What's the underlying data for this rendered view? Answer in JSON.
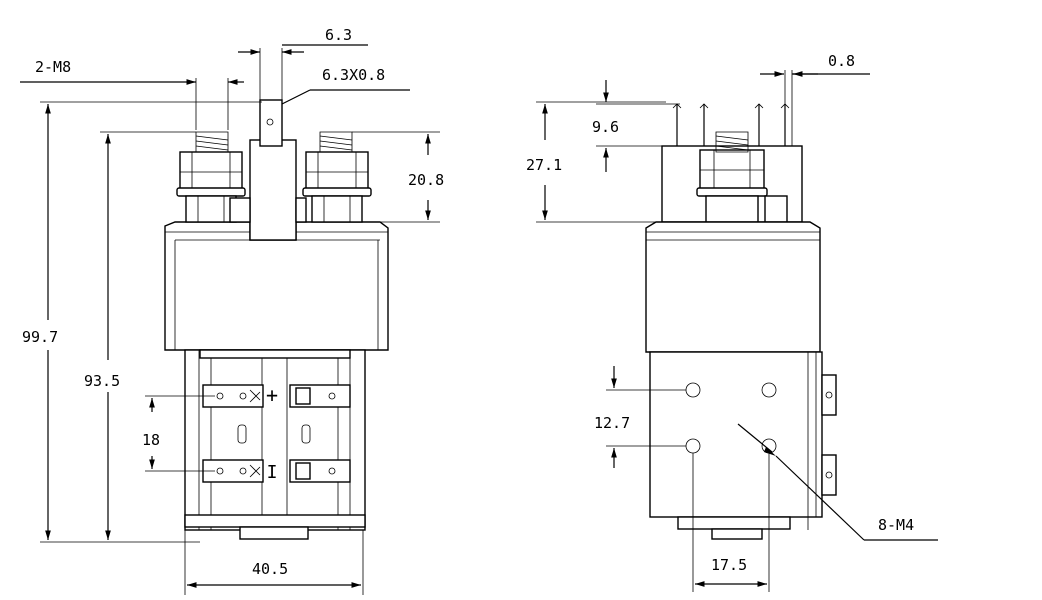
{
  "front_view": {
    "dims": {
      "terminal_width": "6.3",
      "stud_thread": "2-M8",
      "tab_size": "6.3X0.8",
      "overall_height": "99.7",
      "body_height": "93.5",
      "terminal_height": "20.8",
      "tab_spacing": "18",
      "width": "40.5"
    }
  },
  "side_view": {
    "dims": {
      "tab_thickness": "0.8",
      "tab_height": "9.6",
      "top_height": "27.1",
      "hole_spacing_v": "12.7",
      "hole_thread": "8-M4",
      "hole_spacing_h": "17.5"
    }
  },
  "symbols": {
    "plus": "+",
    "minus": "I"
  }
}
